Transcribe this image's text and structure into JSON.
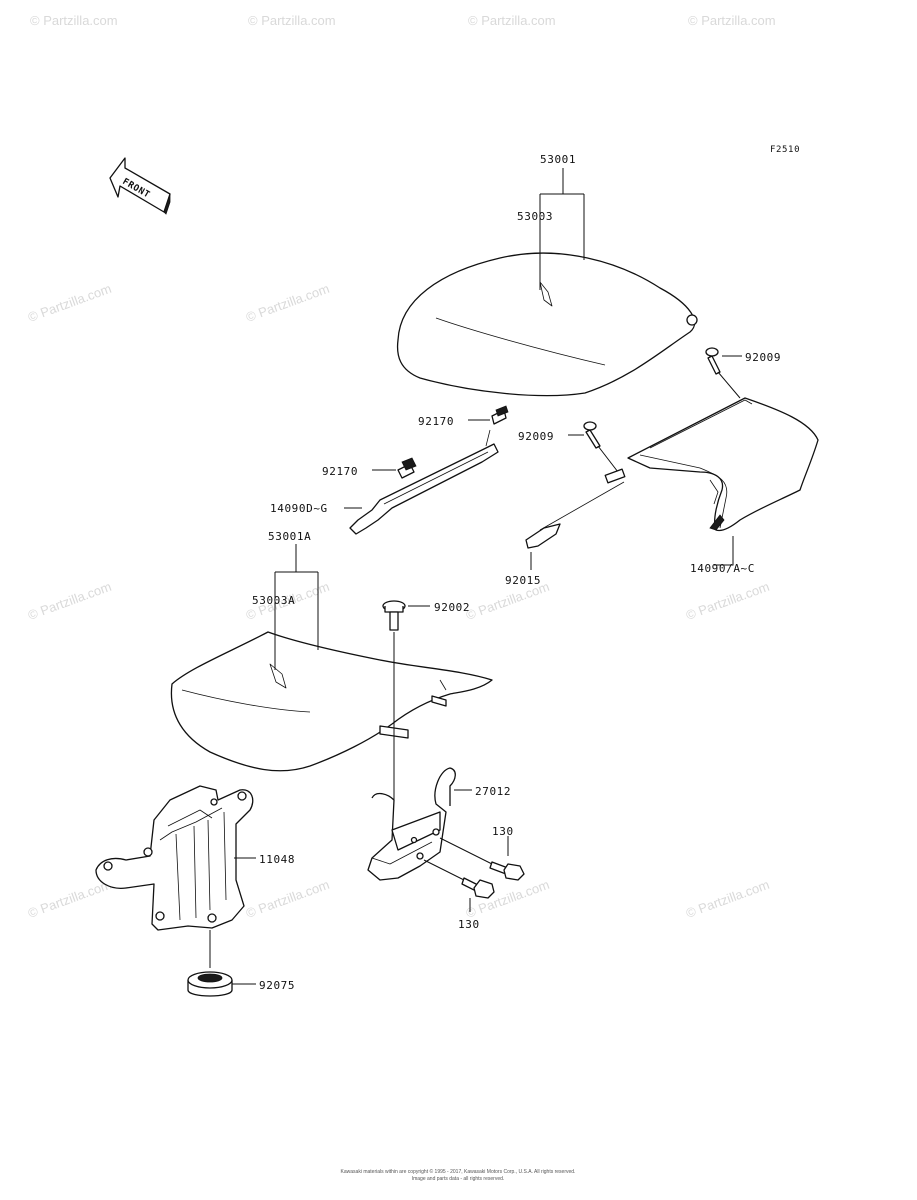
{
  "diagram": {
    "figure_code": "F2510",
    "direction_label": "FRONT",
    "watermark": "© Partzilla.com",
    "part_labels": {
      "seat_rear": "53001",
      "seat_rear_cover": "53003",
      "screw_upper": "92009",
      "screw_lower": "92009",
      "clip_upper": "92170",
      "clip_lower": "92170",
      "cover_strip": "14090D~G",
      "tail_cover": "14090/A~C",
      "bracket_strip": "92015",
      "seat_front": "53001A",
      "seat_front_cover": "53003A",
      "bolt_top": "92002",
      "seat_bracket": "27012",
      "bolt_right": "130",
      "bolt_bottom": "130",
      "hinge_bracket": "11048",
      "damper": "92075"
    },
    "footer": [
      "Kawasaki materials within are copyright © 1995 - 2017, Kawasaki Motors Corp., U.S.A. All rights reserved.",
      "Image and parts data - all rights reserved."
    ]
  }
}
